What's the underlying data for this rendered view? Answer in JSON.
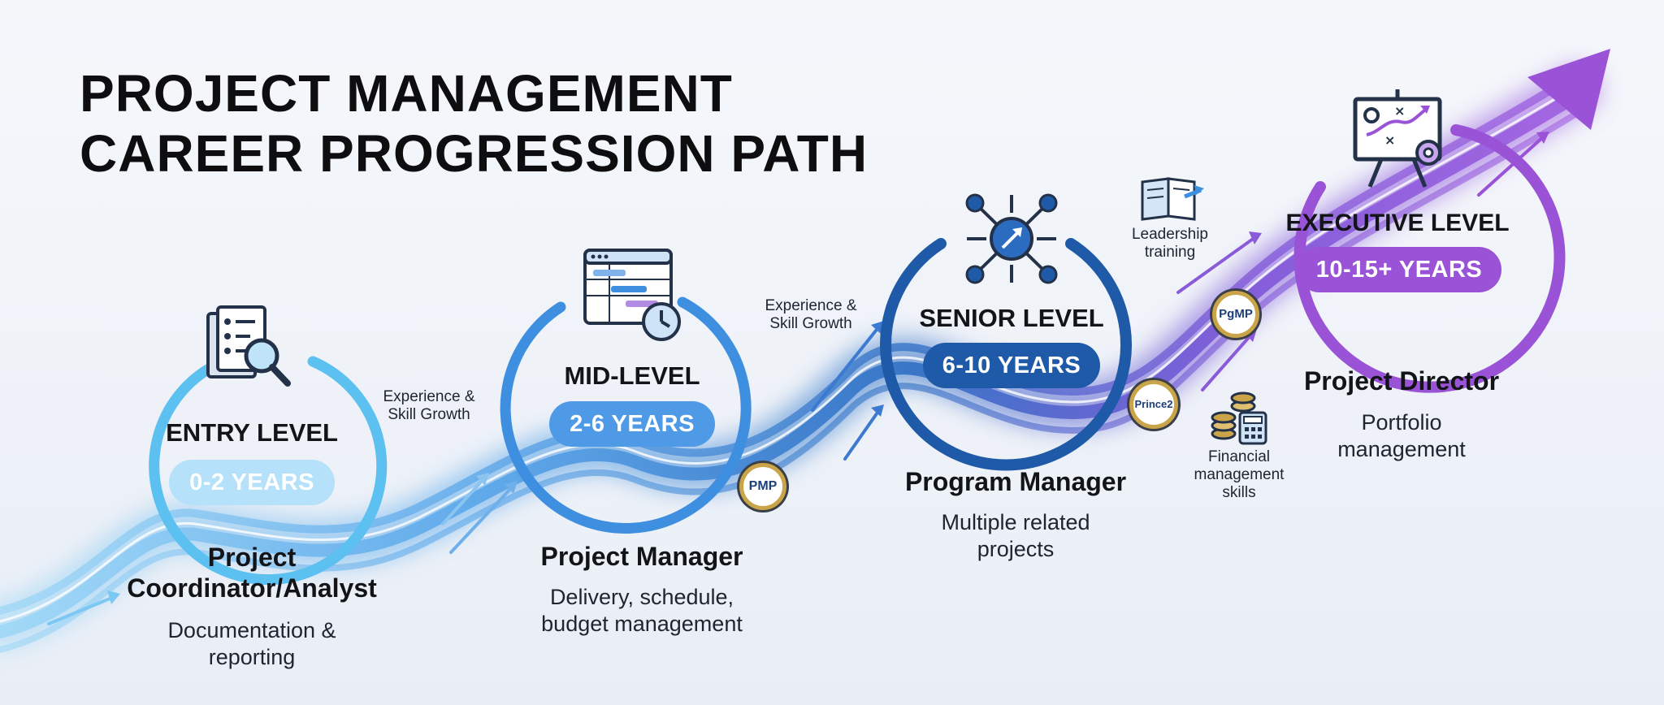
{
  "title": {
    "line1": "PROJECT MANAGEMENT",
    "line2": "CAREER PROGRESSION PATH"
  },
  "stages": [
    {
      "level": "ENTRY LEVEL",
      "years": "0-2 YEARS",
      "role_line1": "Project",
      "role_line2": "Coordinator/Analyst",
      "desc_line1": "Documentation &",
      "desc_line2": "reporting",
      "icon": "document-magnifier-icon",
      "color": "#5cc0f0"
    },
    {
      "level": "MID-LEVEL",
      "years": "2-6 YEARS",
      "role_line1": "Project Manager",
      "desc_line1": "Delivery, schedule,",
      "desc_line2": "budget management",
      "icon": "gantt-chart-clock-icon",
      "color": "#3f8fe0"
    },
    {
      "level": "SENIOR LEVEL",
      "years": "6-10 YEARS",
      "role_line1": "Program Manager",
      "desc_line1": "Multiple related",
      "desc_line2": "projects",
      "icon": "network-hub-icon",
      "color": "#1f5aa8"
    },
    {
      "level": "EXECUTIVE LEVEL",
      "years": "10-15+ YEARS",
      "role_line1": "Project Director",
      "desc_line1": "Portfolio",
      "desc_line2": "management",
      "icon": "presentation-board-icon",
      "color": "#9a52d6"
    }
  ],
  "transitions": [
    {
      "line1": "Experience &",
      "line2": "Skill Growth"
    },
    {
      "line1": "Experience &",
      "line2": "Skill Growth"
    }
  ],
  "badges": {
    "pmp": "PMP",
    "prince2": "Prince2",
    "pgmp": "PgMP"
  },
  "notes": {
    "leadership_line1": "Leadership",
    "leadership_line2": "training",
    "financial_line1": "Financial",
    "financial_line2": "management",
    "financial_line3": "skills"
  }
}
